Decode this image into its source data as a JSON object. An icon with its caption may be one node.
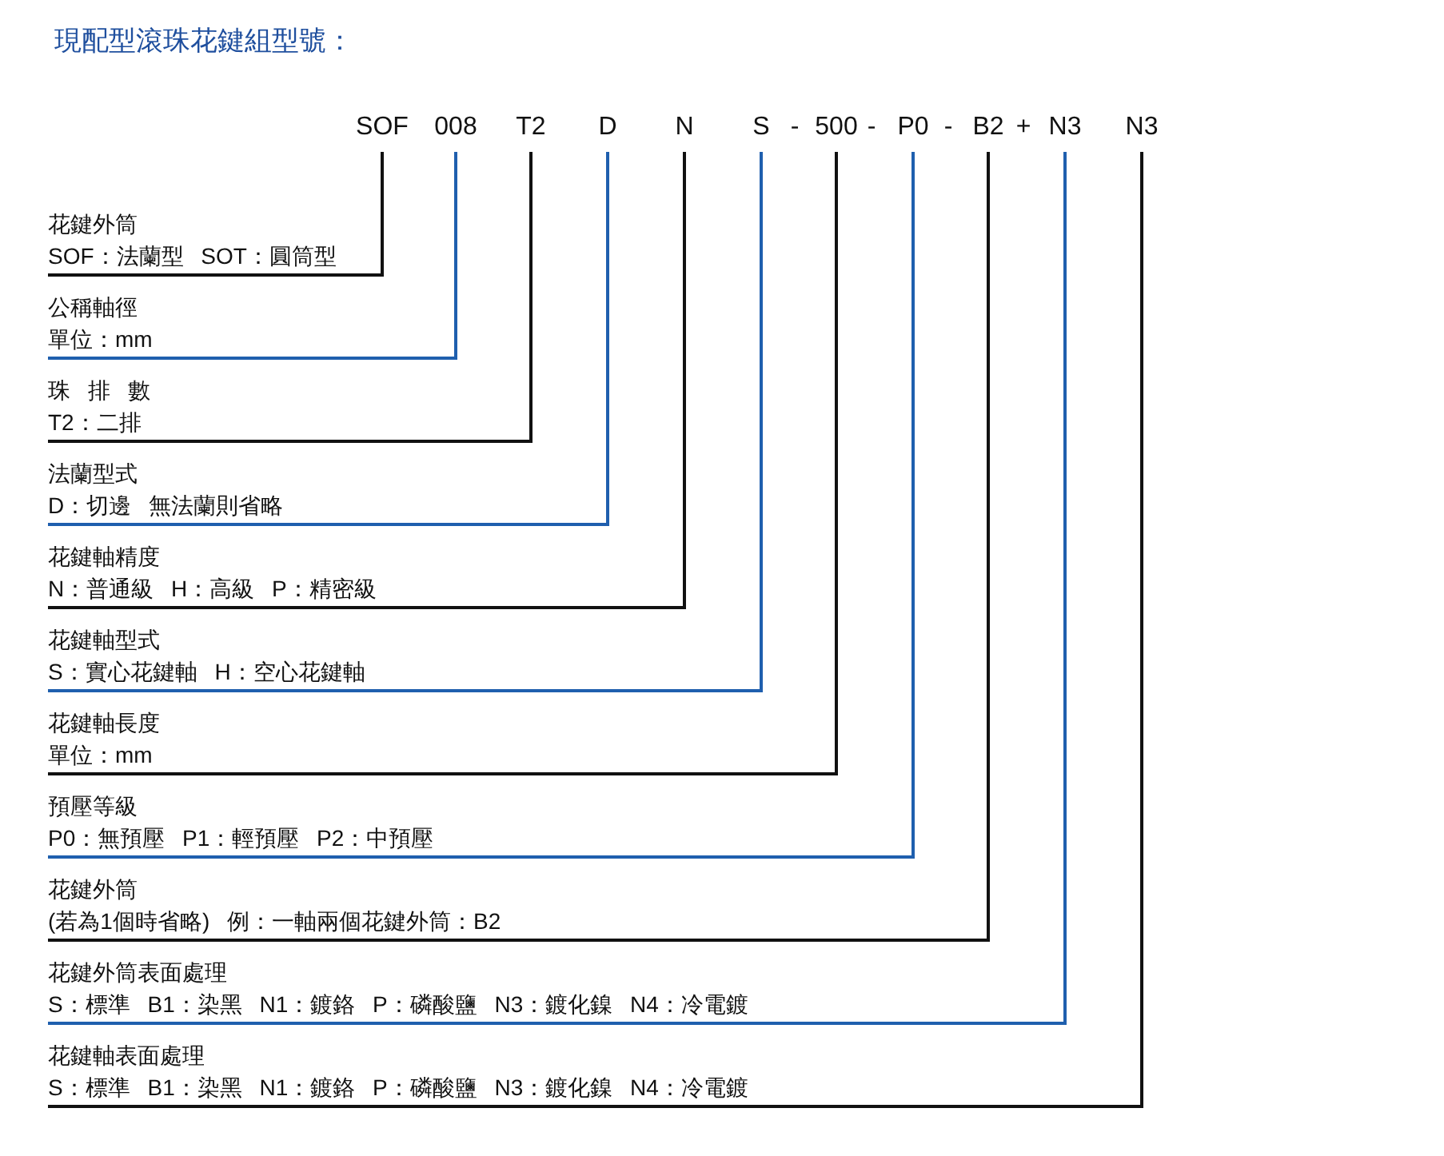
{
  "diagram": {
    "title": "現配型滾珠花鍵組型號：",
    "nodes": [
      {
        "text": [
          "SOF"
        ]
      },
      {
        "text": [
          "008"
        ]
      },
      {
        "text": [
          "T2"
        ]
      },
      {
        "text": [
          "D"
        ]
      },
      {
        "text": [
          "N"
        ]
      },
      {
        "text": [
          "S"
        ]
      },
      {
        "text": [
          "500"
        ]
      },
      {
        "text": [
          "P0"
        ]
      },
      {
        "text": [
          "B2"
        ]
      },
      {
        "text": [
          "N3"
        ]
      },
      {
        "text": [
          "N3"
        ]
      },
      {
        "text": [
          "花鍵外筒",
          "SOF：法蘭型 SOT：圓筒型"
        ]
      },
      {
        "text": [
          "公稱軸徑",
          "單位：mm"
        ]
      },
      {
        "text": [
          "珠 排 數",
          "T2：二排"
        ]
      },
      {
        "text": [
          "法蘭型式",
          "D：切邊 無法蘭則省略"
        ]
      },
      {
        "text": [
          "花鍵軸精度",
          "N：普通級 H：高級 P：精密級"
        ]
      },
      {
        "text": [
          "花鍵軸型式",
          "S：實心花鍵軸 H：空心花鍵軸"
        ]
      },
      {
        "text": [
          "花鍵軸長度",
          "單位：mm"
        ]
      },
      {
        "text": [
          "預壓等級",
          "P0：無預壓 P1：輕預壓 P2：中預壓"
        ]
      },
      {
        "text": [
          "花鍵外筒",
          "(若為1個時省略) 例：一軸兩個花鍵外筒：B2"
        ]
      },
      {
        "text": [
          "花鍵外筒表面處理",
          "S：標準 B1：染黑 N1：鍍鉻 P：磷酸鹽 N3：鍍化鎳 N4：冷電鍍"
        ]
      },
      {
        "text": [
          "花鍵軸表面處理",
          "S：標準 B1：染黑 N1：鍍鉻 P：磷酸鹽 N3：鍍化鎳 N4：冷電鍍"
        ]
      }
    ],
    "edges": [
      {
        "from": 0,
        "to": 11,
        "arrow": "none"
      },
      {
        "from": 1,
        "to": 12,
        "arrow": "none",
        "color": "#1f5fae"
      },
      {
        "from": 2,
        "to": 13,
        "arrow": "none"
      },
      {
        "from": 3,
        "to": 14,
        "arrow": "none",
        "color": "#1f5fae"
      },
      {
        "from": 4,
        "to": 15,
        "arrow": "none"
      },
      {
        "from": 5,
        "to": 16,
        "arrow": "none",
        "color": "#1f5fae"
      },
      {
        "from": 6,
        "to": 17,
        "arrow": "none"
      },
      {
        "from": 7,
        "to": 18,
        "arrow": "none",
        "color": "#1f5fae"
      },
      {
        "from": 8,
        "to": 19,
        "arrow": "none"
      },
      {
        "from": 9,
        "to": 20,
        "arrow": "none",
        "color": "#1f5fae"
      },
      {
        "from": 10,
        "to": 21,
        "arrow": "none"
      }
    ],
    "labels": [
      "-",
      "-",
      "-",
      "+"
    ]
  }
}
